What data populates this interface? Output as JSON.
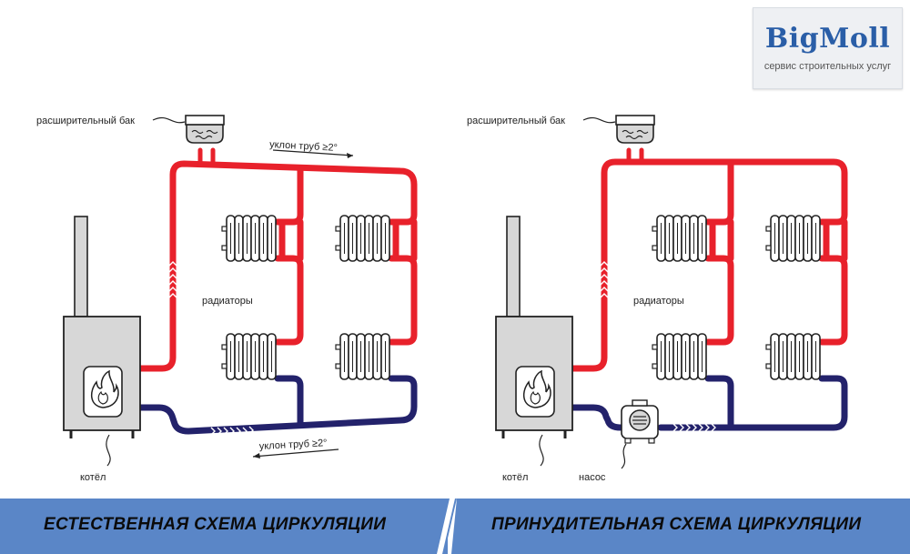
{
  "logo": {
    "name": "BigMoll",
    "tagline": "сервис строительных услуг"
  },
  "colors": {
    "hot": "#e8212b",
    "cold": "#23226b",
    "band": "#5a86c7"
  },
  "left_scheme": {
    "title": "ЕСТЕСТВЕННАЯ СХЕМА ЦИРКУЛЯЦИИ",
    "expansion_tank": "расширительный бак",
    "slope_top": "уклон труб ≥2°",
    "slope_bottom": "уклон труб ≥2°",
    "radiators": "радиаторы",
    "boiler": "котёл"
  },
  "right_scheme": {
    "title": "ПРИНУДИТЕЛЬНАЯ СХЕМА ЦИРКУЛЯЦИИ",
    "expansion_tank": "расширительный бак",
    "radiators": "радиаторы",
    "boiler": "котёл",
    "pump": "насос"
  }
}
